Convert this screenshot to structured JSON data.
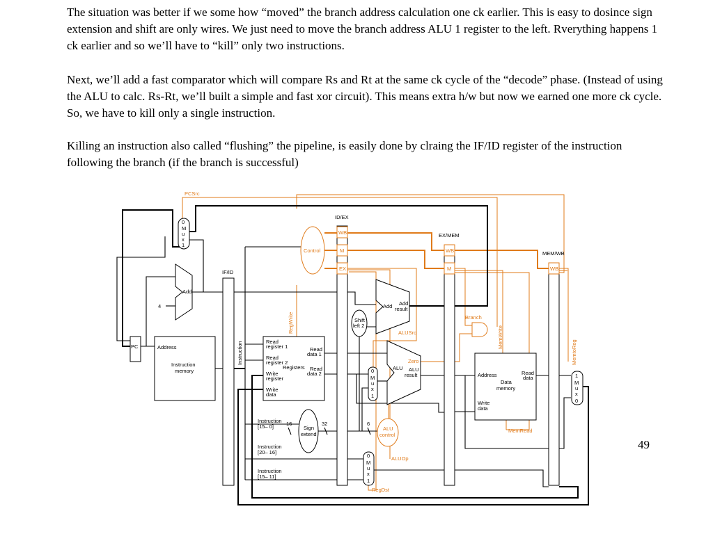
{
  "text": {
    "p1": "The situation was better if we some how “moved” the branch address calculation one ck earlier. This is easy to dosince sign extension and shift are only wires. We just need to move the branch address ALU 1 register to the left. Rverything happens 1 ck earlier and so we’ll have to “kill” only two instructions.",
    "p2": "Next, we’ll add a fast comparator which will compare Rs and Rt at the same ck cycle of the “decode” phase. (Instead of using the ALU to calc. Rs-Rt, we’ll built a simple and fast xor circuit). This means extra h/w but now we earned one more ck cycle. So, we have to kill only a single instruction.",
    "p3": "Killing an instruction also called “flushing” the pipeline, is easily done by clraing the IF/ID register of the instruction following the branch (if the branch is successful)",
    "page_number": "49"
  },
  "diagram": {
    "pipeline_registers": {
      "if_id": "IF/ID",
      "id_ex": "ID/EX",
      "ex_mem": "EX/MEM",
      "mem_wb": "MEM/WB"
    },
    "stage_fields": {
      "wb": "WB",
      "m": "M",
      "ex": "EX"
    },
    "control_signals": {
      "pcsrc": "PCSrc",
      "regwrite": "RegWrite",
      "branch": "Branch",
      "memwrite": "MemWrite",
      "memtoreg": "MemtoReg",
      "alusrc": "ALUSrc",
      "zero": "Zero",
      "memread": "MemRead",
      "aluop": "ALUOp",
      "regdst": "RegDst",
      "control": "Control"
    },
    "mux_letters": [
      "M",
      "u",
      "x"
    ],
    "mux_top_pc": [
      "0",
      "1"
    ],
    "mux_alu": [
      "0",
      "1"
    ],
    "mux_regdst": [
      "0",
      "1"
    ],
    "mux_wb": [
      "1",
      "0"
    ],
    "labels": {
      "pc": "PC",
      "address": "Address",
      "instruction_memory": [
        "Instruction",
        "memory"
      ],
      "add": "Add",
      "four": "4",
      "instruction_vertical": "Instruction",
      "read_register_1": [
        "Read",
        "register 1"
      ],
      "read_register_2": [
        "Read",
        "register 2"
      ],
      "write_register": [
        "Write",
        "register"
      ],
      "write_data": [
        "Write",
        "data"
      ],
      "registers": "Registers",
      "read_data_1": [
        "Read",
        "data 1"
      ],
      "read_data_2": [
        "Read",
        "data 2"
      ],
      "shift_left_2": [
        "Shift",
        "left 2"
      ],
      "add_result": [
        "Add",
        "result"
      ],
      "alu": "ALU",
      "alu_result": [
        "ALU",
        "result"
      ],
      "sign_extend": [
        "Sign",
        "extend"
      ],
      "alu_control": [
        "ALU",
        "control"
      ],
      "instr_15_0": [
        "Instruction",
        "[15– 0]"
      ],
      "instr_20_16": [
        "Instruction",
        "[20– 16]"
      ],
      "instr_15_11": [
        "Instruction",
        "[15– 11]"
      ],
      "bits_16": "16",
      "bits_32": "32",
      "bits_6": "6",
      "data_address": "Address",
      "read_data": [
        "Read",
        "data"
      ],
      "data_memory": [
        "Data",
        "memory"
      ],
      "data_write_data": [
        "Write",
        "data"
      ]
    }
  }
}
